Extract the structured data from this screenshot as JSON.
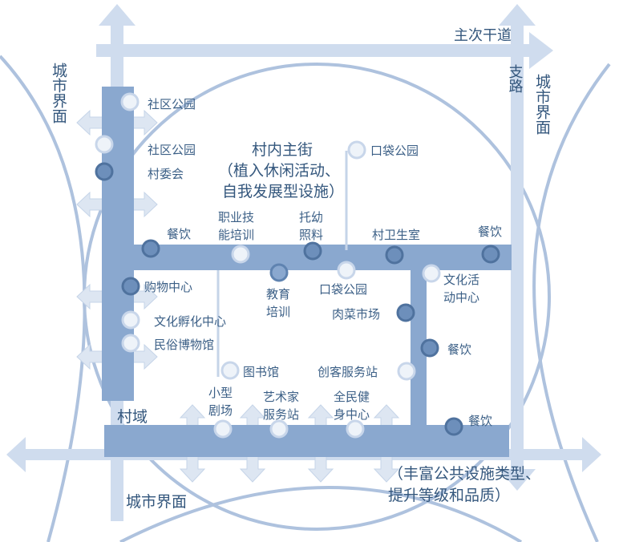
{
  "labels": {
    "city_interface_left": "城市界面",
    "city_interface_right": "城市界面",
    "city_interface_bottom": "城市界面",
    "main_secondary_road": "主次干道",
    "branch_road": "支路",
    "village_domain": "村域",
    "main_street_title": "村内主街",
    "main_street_note1": "（植入休闲活动、",
    "main_street_note2": "自我发展型设施）",
    "public_note1": "（丰富公共设施类型、",
    "public_note2": "提升等级和品质）"
  },
  "facilities": {
    "community_park_1": "社区公园",
    "community_park_2": "社区公园",
    "village_committee": "村委会",
    "pocket_park_top": "口袋公园",
    "catering_left": "餐饮",
    "vocational_training_1": "职业技",
    "vocational_training_2": "能培训",
    "childcare_1": "托幼",
    "childcare_2": "照料",
    "clinic": "村卫生室",
    "catering_right": "餐饮",
    "shopping_center": "购物中心",
    "education_1": "教育",
    "education_2": "培训",
    "pocket_park_mid": "口袋公园",
    "culture_activity_1": "文化活",
    "culture_activity_2": "动中心",
    "culture_incubation": "文化孵化中心",
    "meat_veg_market": "肉菜市场",
    "folk_museum": "民俗博物馆",
    "catering_mid": "餐饮",
    "library": "图书馆",
    "maker_station": "创客服务站",
    "small_theater_1": "小型",
    "small_theater_2": "剧场",
    "artist_station_1": "艺术家",
    "artist_station_2": "服务站",
    "fitness_center_1": "全民健",
    "fitness_center_2": "身中心",
    "catering_bottom": "餐饮"
  },
  "colors": {
    "road_dark": "#8aa8cf",
    "road_light": "#cfdcee",
    "arc": "#aec2de",
    "node_dark": "#5b7eaa",
    "node_light": "#e8eef6",
    "text": "#3b5f86"
  }
}
